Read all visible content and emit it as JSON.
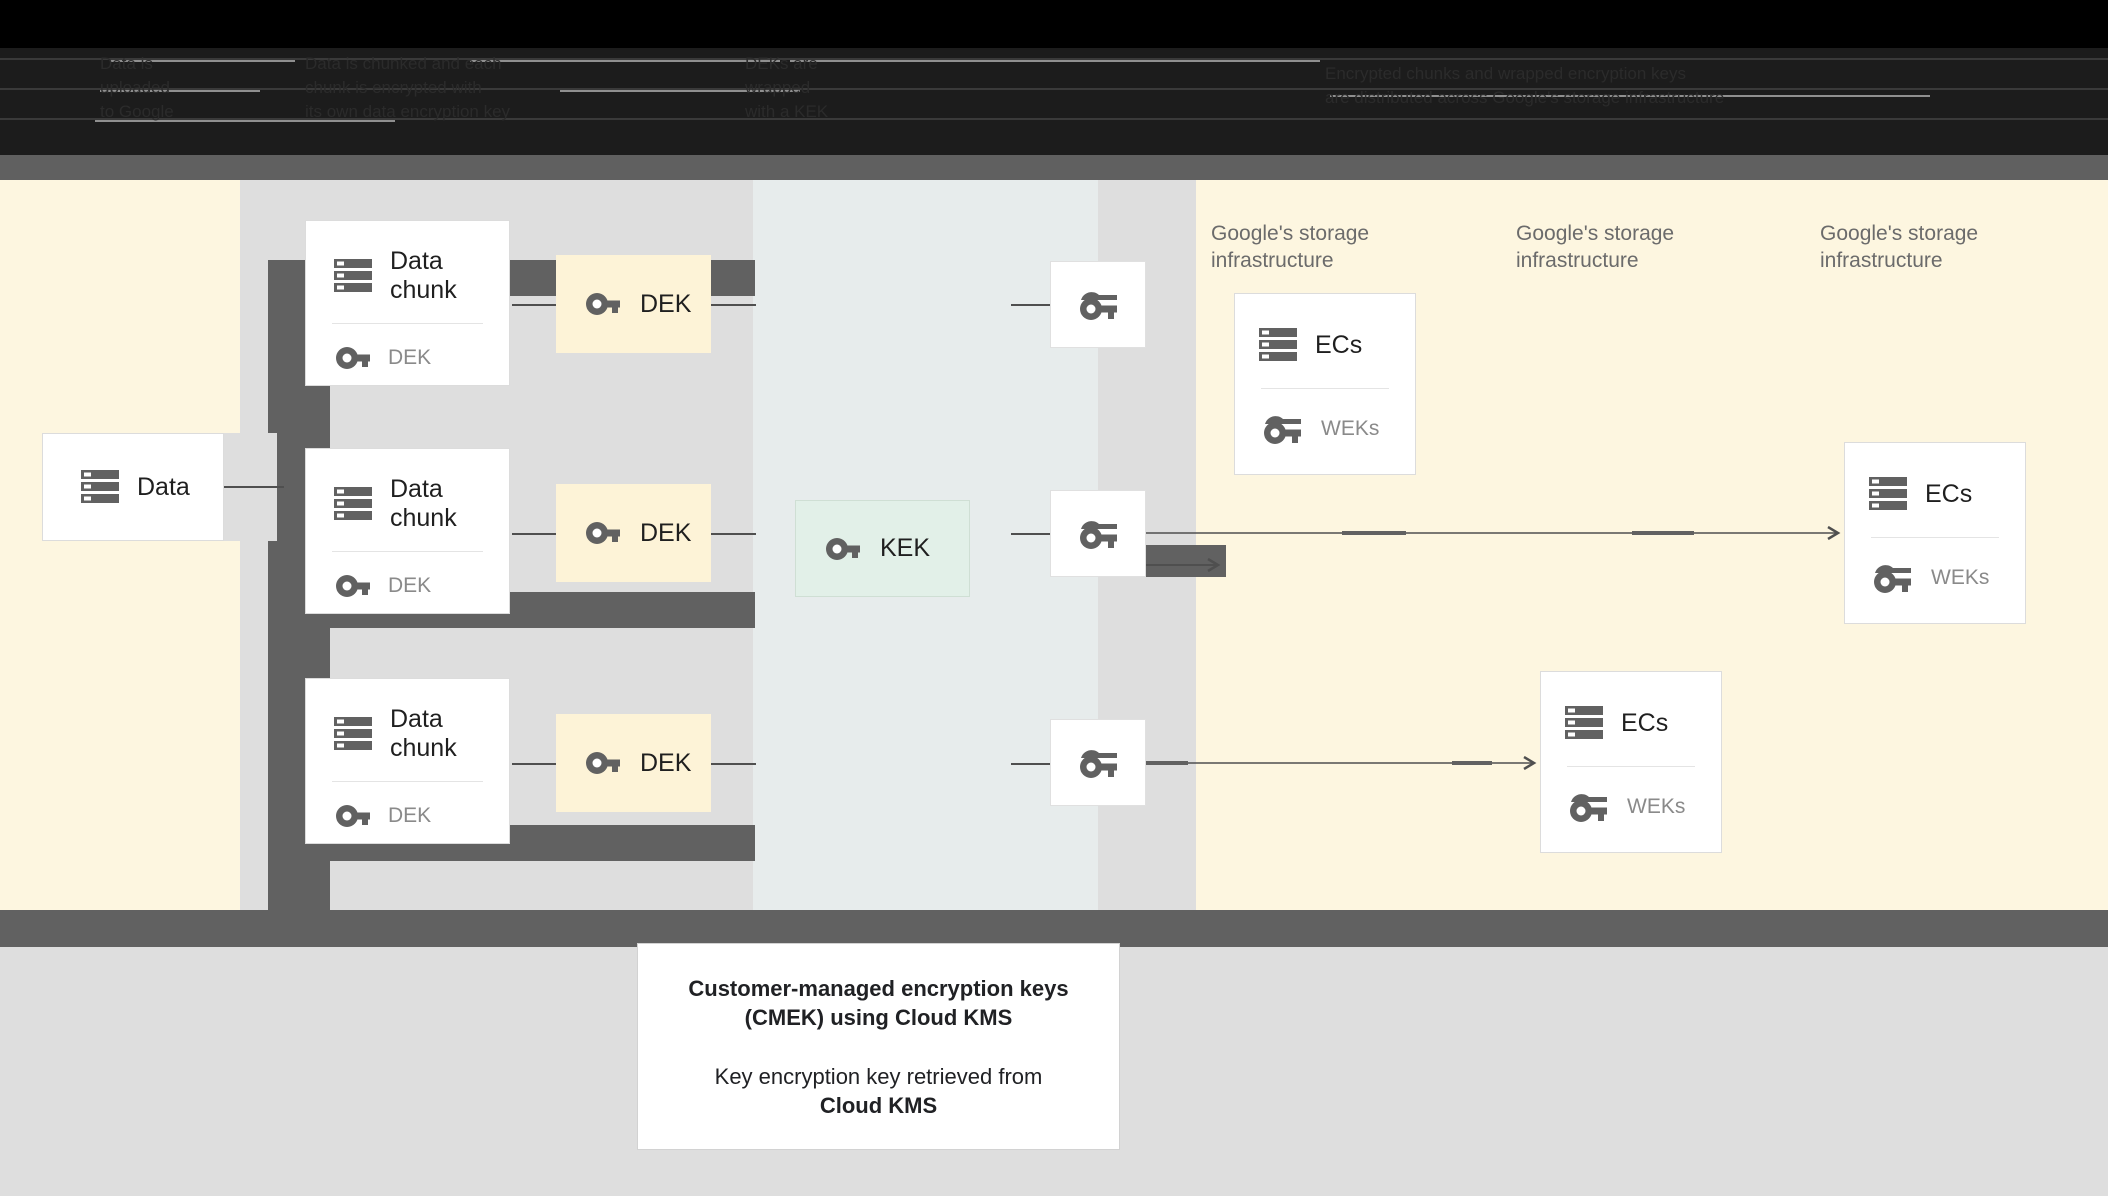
{
  "header": {
    "col1": [
      "Data is",
      "uploaded",
      "to Google"
    ],
    "col2": [
      "Data is chunked and each",
      "chunk is encrypted with",
      "its own data encryption key"
    ],
    "col3": [
      "DEKs are",
      "wrapped",
      "with a KEK"
    ],
    "col4": [
      "Encrypted chunks and wrapped encryption keys",
      "are distributed across Google's storage infrastructure"
    ]
  },
  "diagram": {
    "data_card": {
      "label": "Data",
      "icon": "storage-icon"
    },
    "chunk_cards": [
      {
        "label": "Data\nchunk",
        "icon": "storage-icon",
        "key_label": "DEK",
        "key_icon": "key-icon"
      },
      {
        "label": "Data\nchunk",
        "icon": "storage-icon",
        "key_label": "DEK",
        "key_icon": "key-icon"
      },
      {
        "label": "Data\nchunk",
        "icon": "storage-icon",
        "key_label": "DEK",
        "key_icon": "key-icon"
      }
    ],
    "dek_chips": [
      {
        "label": "DEK",
        "icon": "key-icon"
      },
      {
        "label": "DEK",
        "icon": "key-icon"
      },
      {
        "label": "DEK",
        "icon": "key-icon"
      }
    ],
    "kek_chip": {
      "label": "KEK",
      "icon": "key-icon"
    },
    "wrapped_key_boxes": [
      {
        "icon": "wrapped-key-icon"
      },
      {
        "icon": "wrapped-key-icon"
      },
      {
        "icon": "wrapped-key-icon"
      }
    ],
    "storage_captions": [
      "Google's storage\ninfrastructure",
      "Google's storage\ninfrastructure",
      "Google's storage\ninfrastructure"
    ],
    "ec_cards": [
      {
        "label": "ECs",
        "icon": "storage-icon",
        "key_label": "WEKs",
        "key_icon": "wrapped-key-icon"
      },
      {
        "label": "ECs",
        "icon": "storage-icon",
        "key_label": "WEKs",
        "key_icon": "wrapped-key-icon"
      },
      {
        "label": "ECs",
        "icon": "storage-icon",
        "key_label": "WEKs",
        "key_icon": "wrapped-key-icon"
      }
    ]
  },
  "caption": {
    "title_line1": "Customer-managed encryption keys",
    "title_line2": "(CMEK) using Cloud KMS",
    "body_line1": "Key encryption key retrieved from",
    "body_line2": "Cloud KMS"
  },
  "colors": {
    "canvas_cream": "#fdf6e0",
    "band_gray": "#dedede",
    "band_blue": "#e7ecec",
    "dek_chip": "#fdf3d7",
    "kek_chip": "#e2f0e8",
    "dark_gray": "#616161",
    "header_black": "#000000"
  }
}
